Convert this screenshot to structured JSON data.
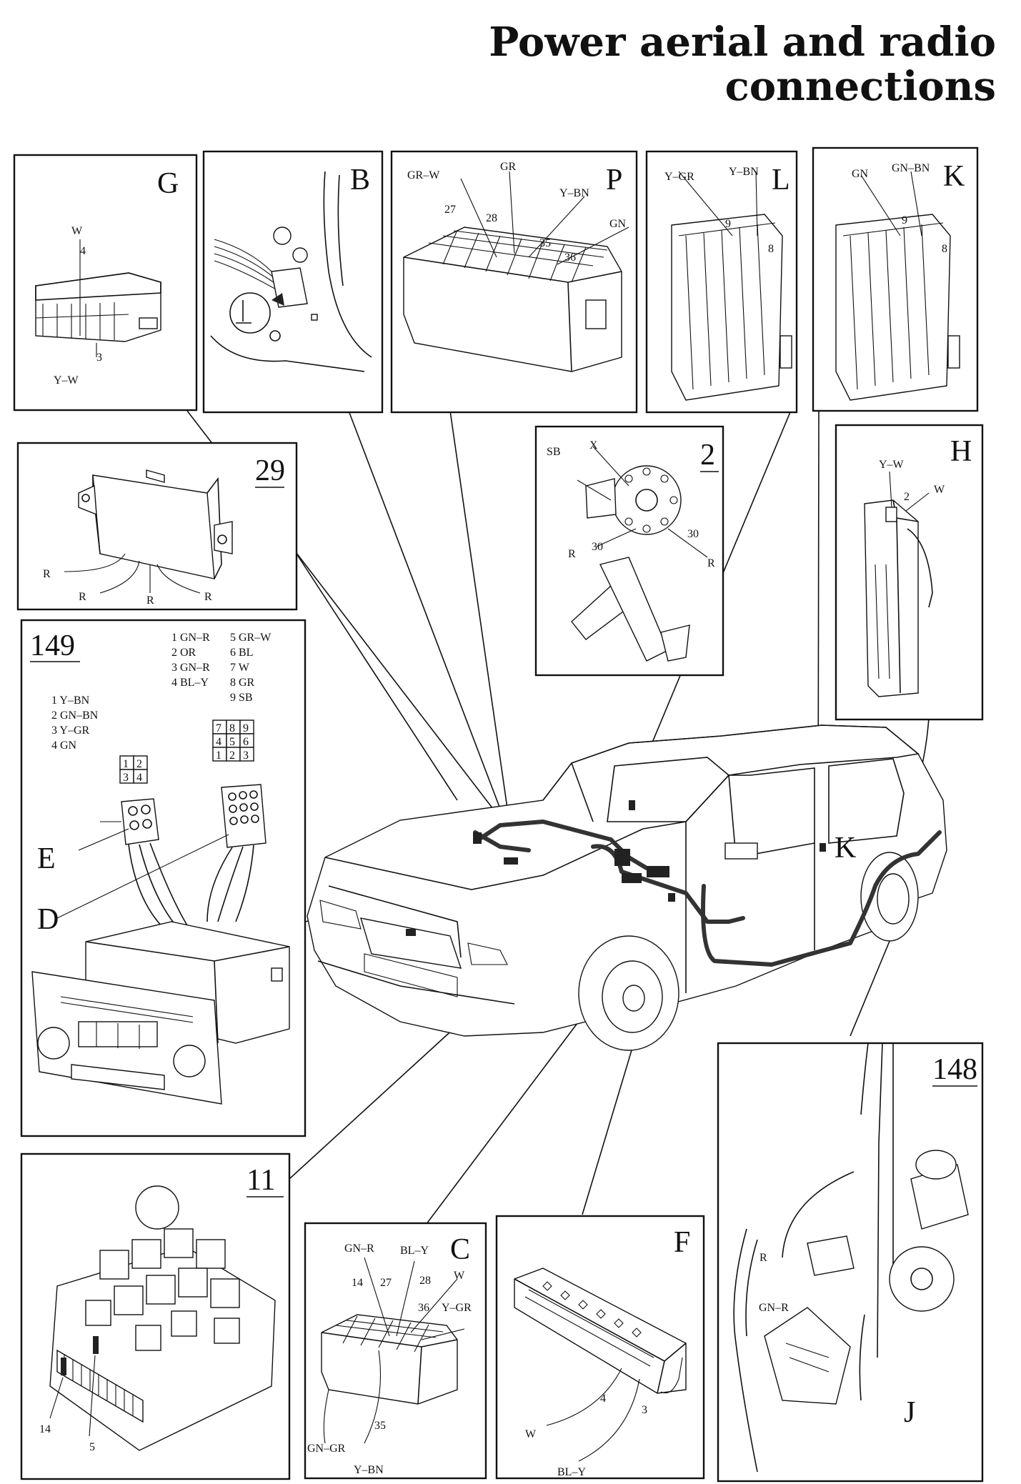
{
  "title": {
    "line1": "Power aerial and radio",
    "line2": "connections"
  },
  "panels": {
    "G": {
      "letter": "G",
      "wires": [
        "W",
        "4",
        "3",
        "Y–W"
      ]
    },
    "B": {
      "letter": "B"
    },
    "P": {
      "letter": "P",
      "wires": [
        "GR–W",
        "GR",
        "Y–BN",
        "27",
        "28",
        "35",
        "36",
        "GN"
      ]
    },
    "L": {
      "letter": "L",
      "wires": [
        "Y–GR",
        "Y–BN",
        "9",
        "8"
      ]
    },
    "K": {
      "letter": "K",
      "wires": [
        "GN",
        "GN–BN",
        "9",
        "8"
      ]
    },
    "p29": {
      "number": "29",
      "wires": [
        "R",
        "R",
        "R",
        "R"
      ]
    },
    "p2": {
      "number": "2",
      "wires": [
        "SB",
        "X",
        "30",
        "30",
        "R",
        "R"
      ]
    },
    "H": {
      "letter": "H",
      "wires": [
        "Y–W",
        "2",
        "W"
      ]
    },
    "p149": {
      "number": "149",
      "list_right": [
        "1 GN–R",
        "2 OR",
        "3 GN–R",
        "4 BL–Y",
        "5 GR–W",
        "6 BL",
        "7 W",
        "8 GR",
        "9 SB"
      ],
      "list_left": [
        "1 Y–BN",
        "2 GN–BN",
        "3 Y–GR",
        "4 GN"
      ],
      "grid_small": [
        "1",
        "2",
        "3",
        "4"
      ],
      "grid_large": [
        "7",
        "8",
        "9",
        "4",
        "5",
        "6",
        "1",
        "2",
        "3"
      ],
      "E": "E",
      "D": "D"
    },
    "car": {
      "K": "K"
    },
    "p148": {
      "number": "148",
      "wires": [
        "R",
        "GN–R"
      ],
      "J": "J"
    },
    "p11": {
      "number": "11",
      "wires": [
        "14",
        "5"
      ]
    },
    "C": {
      "letter": "C",
      "wires": [
        "GN–R",
        "BL–Y",
        "W",
        "14",
        "27",
        "28",
        "36",
        "Y–GR",
        "GN–GR",
        "35",
        "Y–BN"
      ]
    },
    "F": {
      "letter": "F",
      "wires": [
        "4",
        "3",
        "W",
        "BL–Y"
      ]
    }
  }
}
